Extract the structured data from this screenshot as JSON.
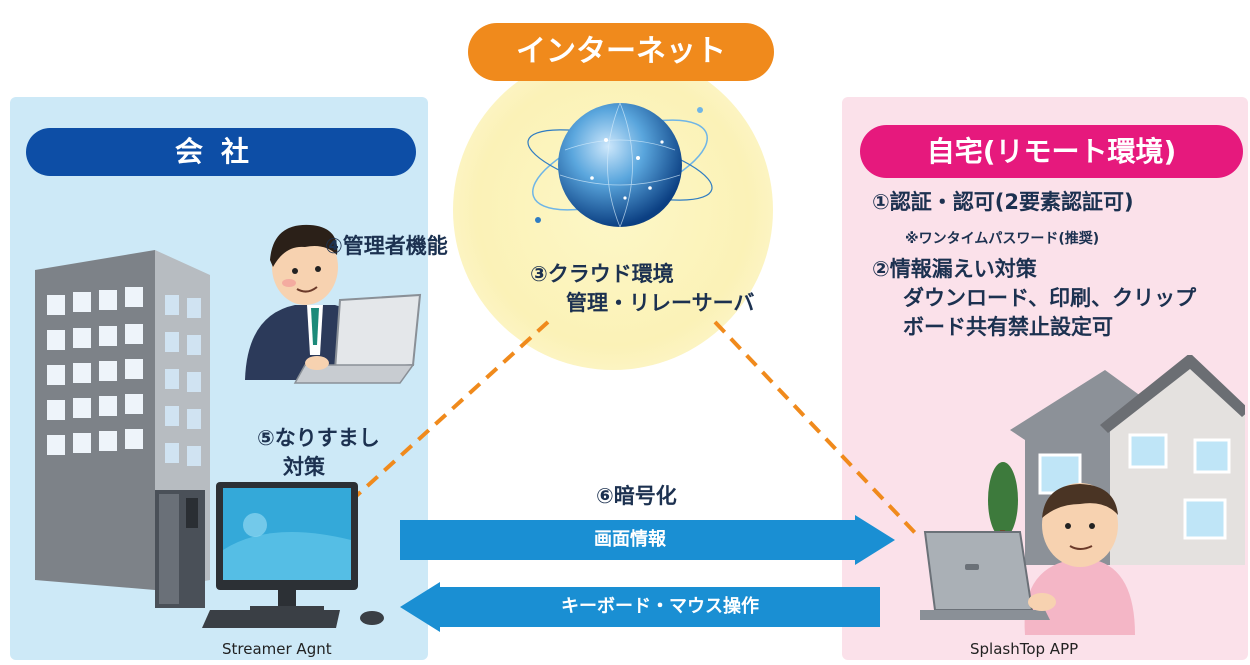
{
  "internet": {
    "title": "インターネット"
  },
  "company": {
    "title": "会社",
    "device_caption": "Streamer Agnt"
  },
  "home": {
    "title": "自宅(リモート環境)",
    "device_caption": "SplashTop APP"
  },
  "features": {
    "f1": "①認証・認可(2要素認証可)",
    "f1_note": "※ワンタイムパスワード(推奨)",
    "f2_line1": "②情報漏えい対策",
    "f2_line2": "ダウンロード、印刷、クリップ",
    "f2_line3": "ボード共有禁止設定可",
    "f3_line1": "③クラウド環境",
    "f3_line2": "管理・リレーサーバ",
    "f4": "④管理者機能",
    "f5_line1": "⑤なりすまし",
    "f5_line2": "対策",
    "f6": "⑥暗号化"
  },
  "arrows": {
    "screen_info": "画面情報",
    "keyboard_mouse": "キーボード・マウス操作"
  },
  "colors": {
    "internet": "#f08a1c",
    "company": "#0d4ea6",
    "home": "#e6197d",
    "arrow": "#1a8fd3",
    "dash": "#f08a1c"
  }
}
